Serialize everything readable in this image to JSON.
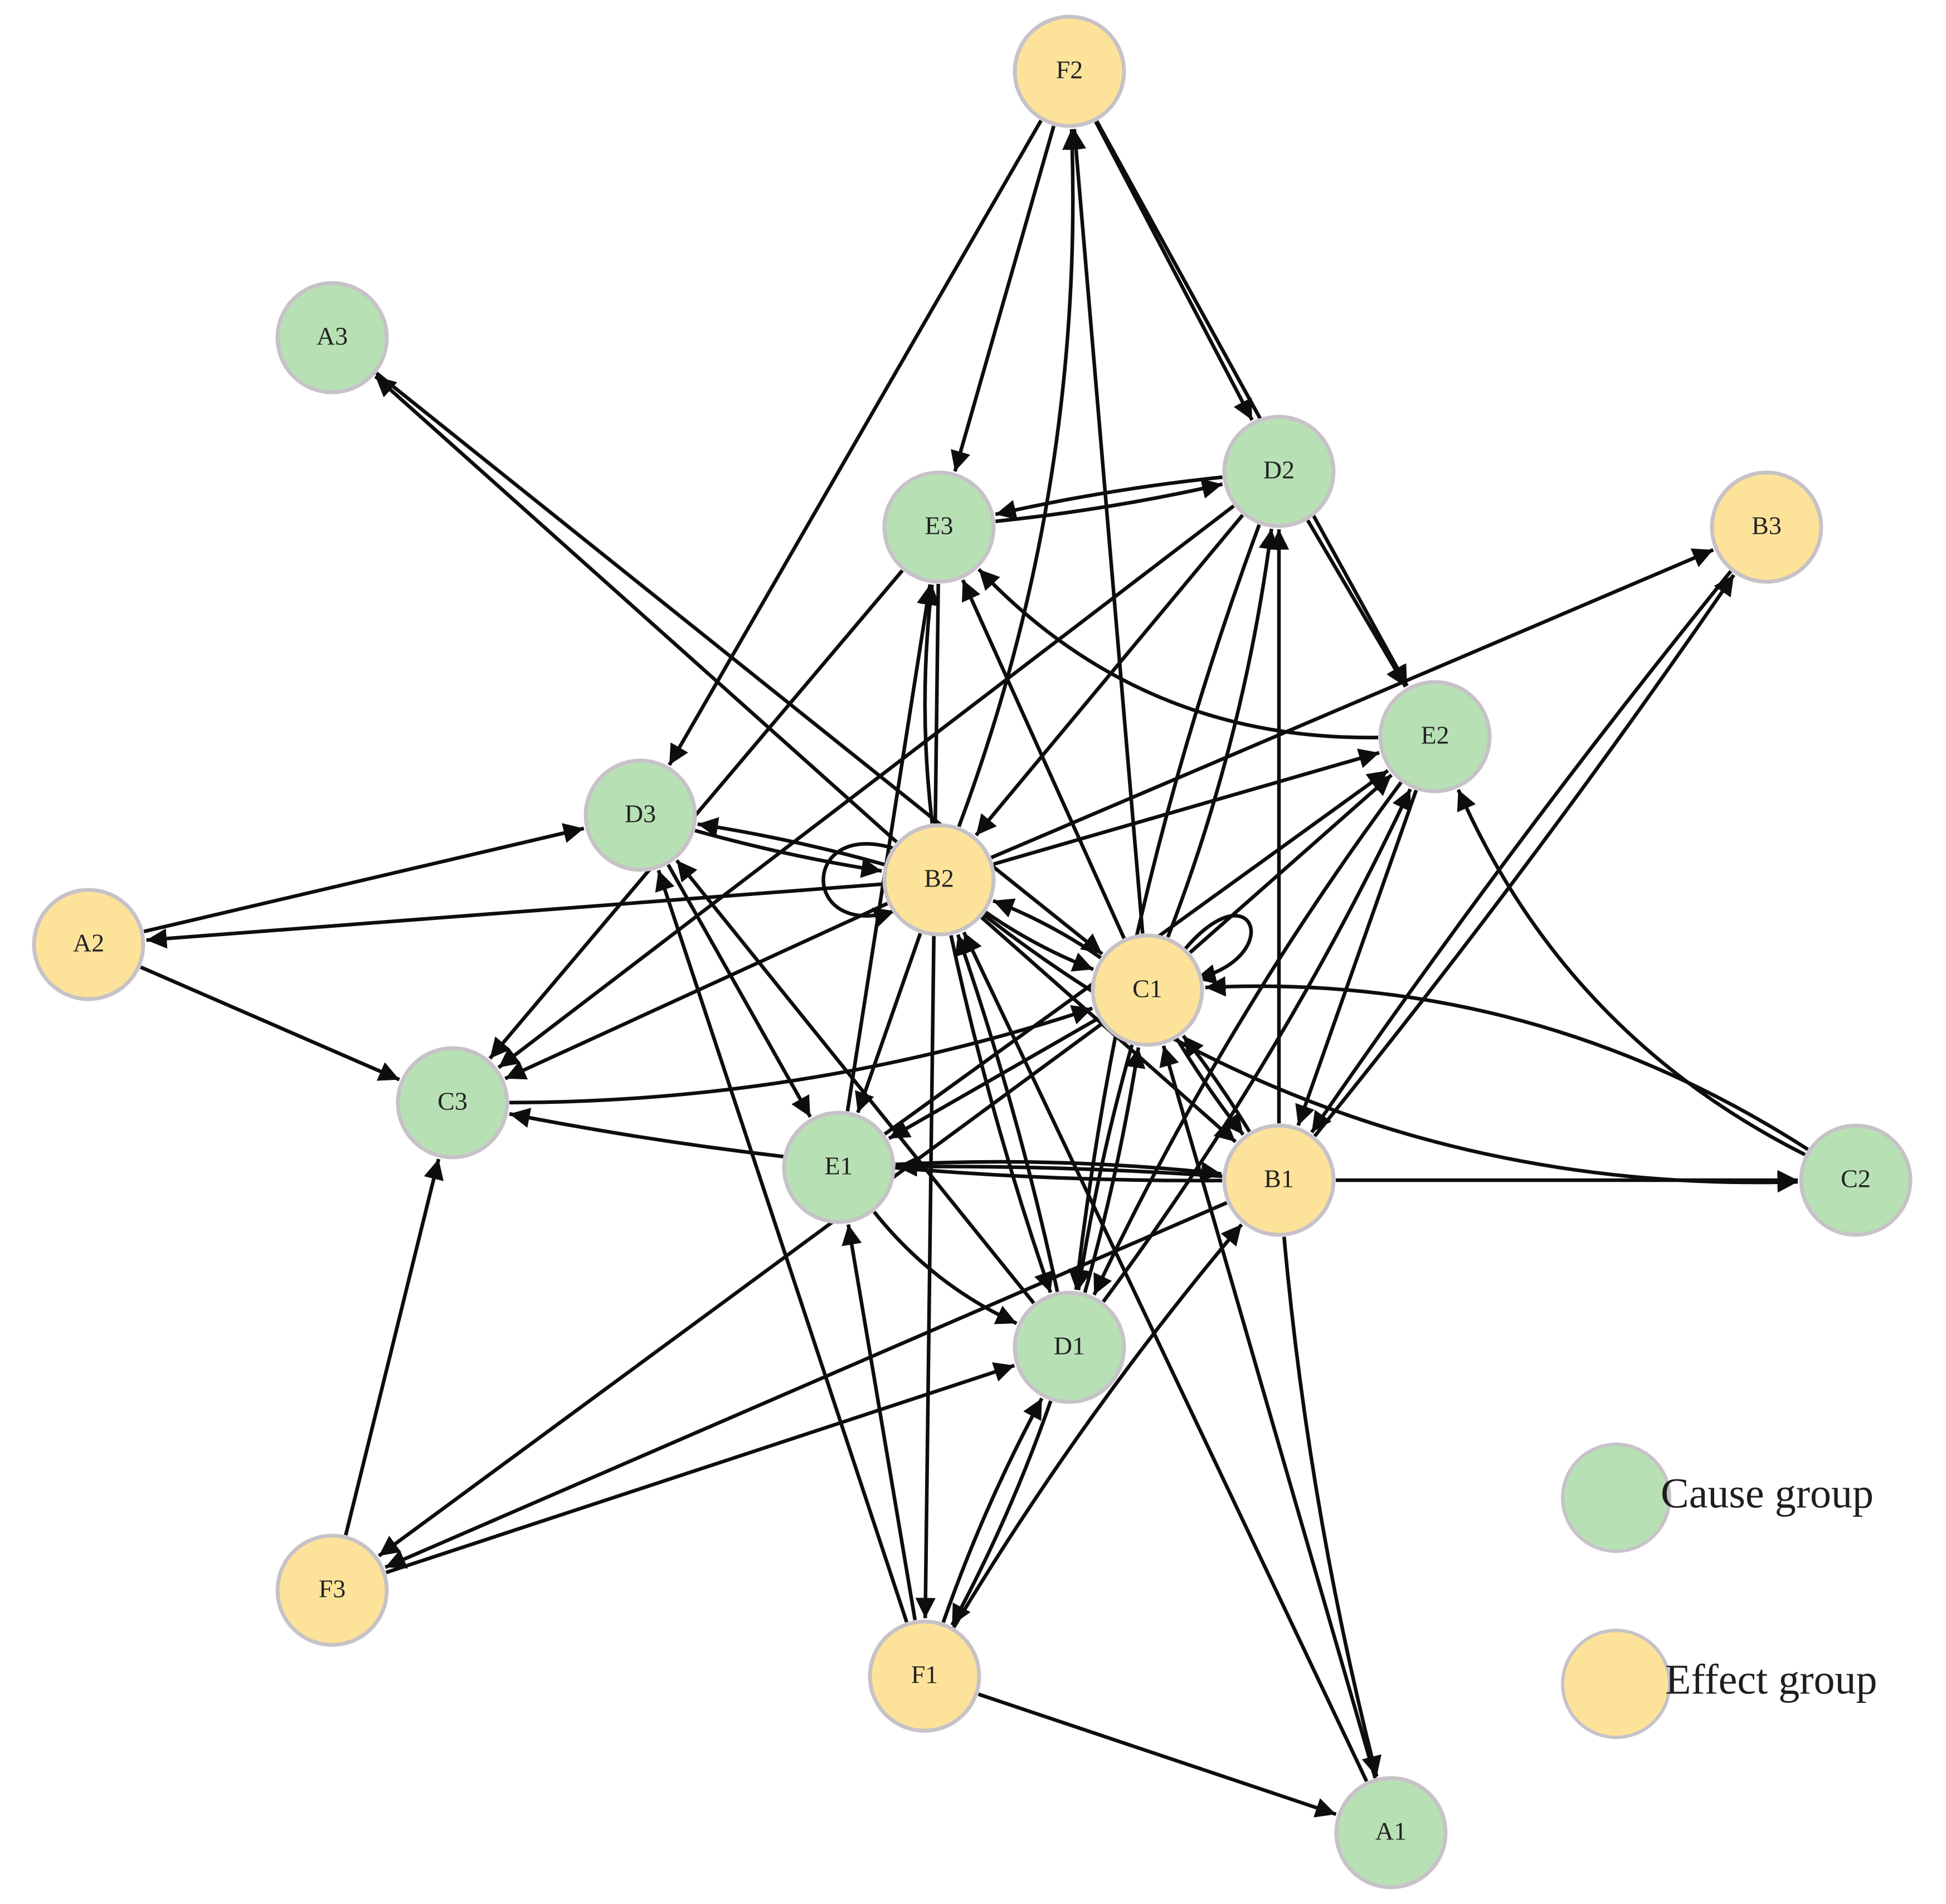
{
  "colors": {
    "cause": "#b8e0b5",
    "effect": "#fde39a",
    "node_border": "#c7c2c8",
    "edge": "#0d0d0d",
    "background": "#ffffff"
  },
  "nodes": [
    {
      "id": "F2",
      "label": "F2",
      "group": "effect"
    },
    {
      "id": "A3",
      "label": "A3",
      "group": "cause"
    },
    {
      "id": "D2",
      "label": "D2",
      "group": "cause"
    },
    {
      "id": "E3",
      "label": "E3",
      "group": "cause"
    },
    {
      "id": "B3",
      "label": "B3",
      "group": "effect"
    },
    {
      "id": "E2",
      "label": "E2",
      "group": "cause"
    },
    {
      "id": "D3",
      "label": "D3",
      "group": "cause"
    },
    {
      "id": "B2",
      "label": "B2",
      "group": "effect"
    },
    {
      "id": "A2",
      "label": "A2",
      "group": "effect"
    },
    {
      "id": "C1",
      "label": "C1",
      "group": "effect"
    },
    {
      "id": "C3",
      "label": "C3",
      "group": "cause"
    },
    {
      "id": "E1",
      "label": "E1",
      "group": "cause"
    },
    {
      "id": "B1",
      "label": "B1",
      "group": "effect"
    },
    {
      "id": "C2",
      "label": "C2",
      "group": "cause"
    },
    {
      "id": "D1",
      "label": "D1",
      "group": "cause"
    },
    {
      "id": "F3",
      "label": "F3",
      "group": "effect"
    },
    {
      "id": "F1",
      "label": "F1",
      "group": "effect"
    },
    {
      "id": "A1",
      "label": "A1",
      "group": "cause"
    }
  ],
  "edges": [
    {
      "from": "F2",
      "to": "D3"
    },
    {
      "from": "F2",
      "to": "E3"
    },
    {
      "from": "F2",
      "to": "D2"
    },
    {
      "from": "F2",
      "to": "E2"
    },
    {
      "from": "B2",
      "to": "F2"
    },
    {
      "from": "C1",
      "to": "F2"
    },
    {
      "from": "A3",
      "to": "C1"
    },
    {
      "from": "B2",
      "to": "A3"
    },
    {
      "from": "E3",
      "to": "D2"
    },
    {
      "from": "D2",
      "to": "E3"
    },
    {
      "from": "E2",
      "to": "E3"
    },
    {
      "from": "E3",
      "to": "C3"
    },
    {
      "from": "E3",
      "to": "F1"
    },
    {
      "from": "B2",
      "to": "E3"
    },
    {
      "from": "C1",
      "to": "E3"
    },
    {
      "from": "E1",
      "to": "E3"
    },
    {
      "from": "D2",
      "to": "E2"
    },
    {
      "from": "D2",
      "to": "C3"
    },
    {
      "from": "D2",
      "to": "B2"
    },
    {
      "from": "D2",
      "to": "D1"
    },
    {
      "from": "C1",
      "to": "D2"
    },
    {
      "from": "B1",
      "to": "D2"
    },
    {
      "from": "B2",
      "to": "B3"
    },
    {
      "from": "B1",
      "to": "B3"
    },
    {
      "from": "B3",
      "to": "B1"
    },
    {
      "from": "B2",
      "to": "E2"
    },
    {
      "from": "E1",
      "to": "E2"
    },
    {
      "from": "C1",
      "to": "E2"
    },
    {
      "from": "C2",
      "to": "E2"
    },
    {
      "from": "E2",
      "to": "B1"
    },
    {
      "from": "E2",
      "to": "D1"
    },
    {
      "from": "D1",
      "to": "E2"
    },
    {
      "from": "A2",
      "to": "D3"
    },
    {
      "from": "D3",
      "to": "B2"
    },
    {
      "from": "B2",
      "to": "D3"
    },
    {
      "from": "D3",
      "to": "E1"
    },
    {
      "from": "D1",
      "to": "D3"
    },
    {
      "from": "F1",
      "to": "D3"
    },
    {
      "from": "B2",
      "to": "A2"
    },
    {
      "from": "B2",
      "to": "B2"
    },
    {
      "from": "B2",
      "to": "C1"
    },
    {
      "from": "C1",
      "to": "B2"
    },
    {
      "from": "B2",
      "to": "C3"
    },
    {
      "from": "B2",
      "to": "E1"
    },
    {
      "from": "B2",
      "to": "D1"
    },
    {
      "from": "B2",
      "to": "B1"
    },
    {
      "from": "B2",
      "to": "C2"
    },
    {
      "from": "D1",
      "to": "B2"
    },
    {
      "from": "A1",
      "to": "B2"
    },
    {
      "from": "A2",
      "to": "C3"
    },
    {
      "from": "C3",
      "to": "C1"
    },
    {
      "from": "C1",
      "to": "C1"
    },
    {
      "from": "C1",
      "to": "E1"
    },
    {
      "from": "C1",
      "to": "D1"
    },
    {
      "from": "C1",
      "to": "F3"
    },
    {
      "from": "C1",
      "to": "B1"
    },
    {
      "from": "B1",
      "to": "C1"
    },
    {
      "from": "C2",
      "to": "C1"
    },
    {
      "from": "A1",
      "to": "C1"
    },
    {
      "from": "D1",
      "to": "C1"
    },
    {
      "from": "B1",
      "to": "C3"
    },
    {
      "from": "F3",
      "to": "C3"
    },
    {
      "from": "E1",
      "to": "B1"
    },
    {
      "from": "B1",
      "to": "E1"
    },
    {
      "from": "F1",
      "to": "E1"
    },
    {
      "from": "E1",
      "to": "D1"
    },
    {
      "from": "B1",
      "to": "C2"
    },
    {
      "from": "B1",
      "to": "A1"
    },
    {
      "from": "B1",
      "to": "F3"
    },
    {
      "from": "F1",
      "to": "B1"
    },
    {
      "from": "D1",
      "to": "F1"
    },
    {
      "from": "F1",
      "to": "D1"
    },
    {
      "from": "F3",
      "to": "D1"
    },
    {
      "from": "F1",
      "to": "A1"
    }
  ],
  "legend": {
    "cause_label": "Cause group",
    "effect_label": "Effect group"
  }
}
